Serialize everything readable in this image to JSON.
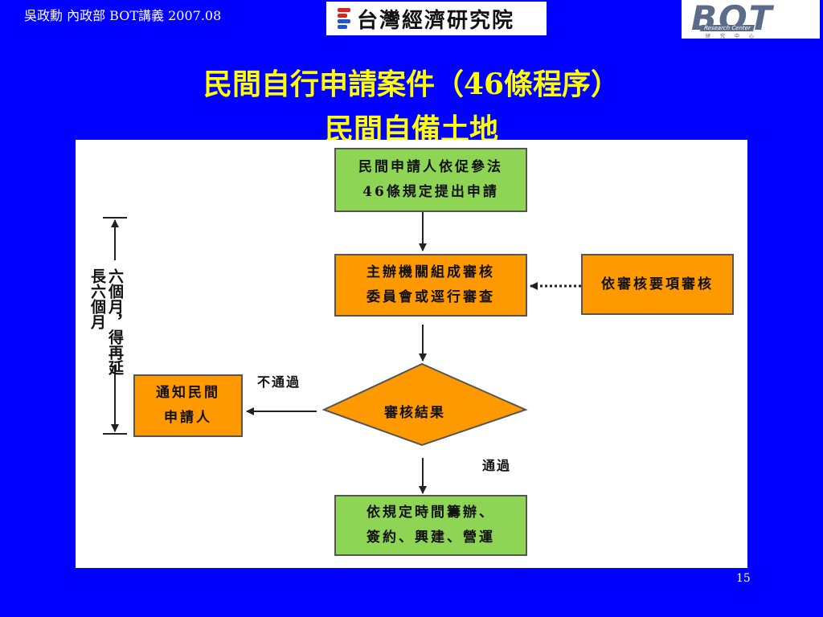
{
  "header": {
    "left_text": "吳政勳 內政部 BOT講義 2007.08",
    "logo_tier_name": "台灣經濟研究院",
    "logo_bot_word": "BOT",
    "logo_bot_sub": "Research Center",
    "logo_bot_cn": "研究中心"
  },
  "title": {
    "line1": "民間自行申請案件（46條程序）",
    "line2": "民間自備土地"
  },
  "flow": {
    "step1": "民間申請人依促參法\n46條規定提出申請",
    "step2": "主辦機關組成審核\n委員會或逕行審查",
    "side_step": "依審核要項審核",
    "decision": "審核結果",
    "reject_box": "通知民間\n申請人",
    "final_step": "依規定時間籌辦、\n簽約、興建、營運",
    "fail_label": "不通過",
    "pass_label": "通過",
    "duration_col1": "六個月，得再",
    "duration_col2": "延長六個月"
  },
  "colors": {
    "background": "#0000FF",
    "title": "#FFFF00",
    "green_box": "#8ED455",
    "orange_box": "#FF9900"
  },
  "footer": {
    "page_number": "15"
  }
}
